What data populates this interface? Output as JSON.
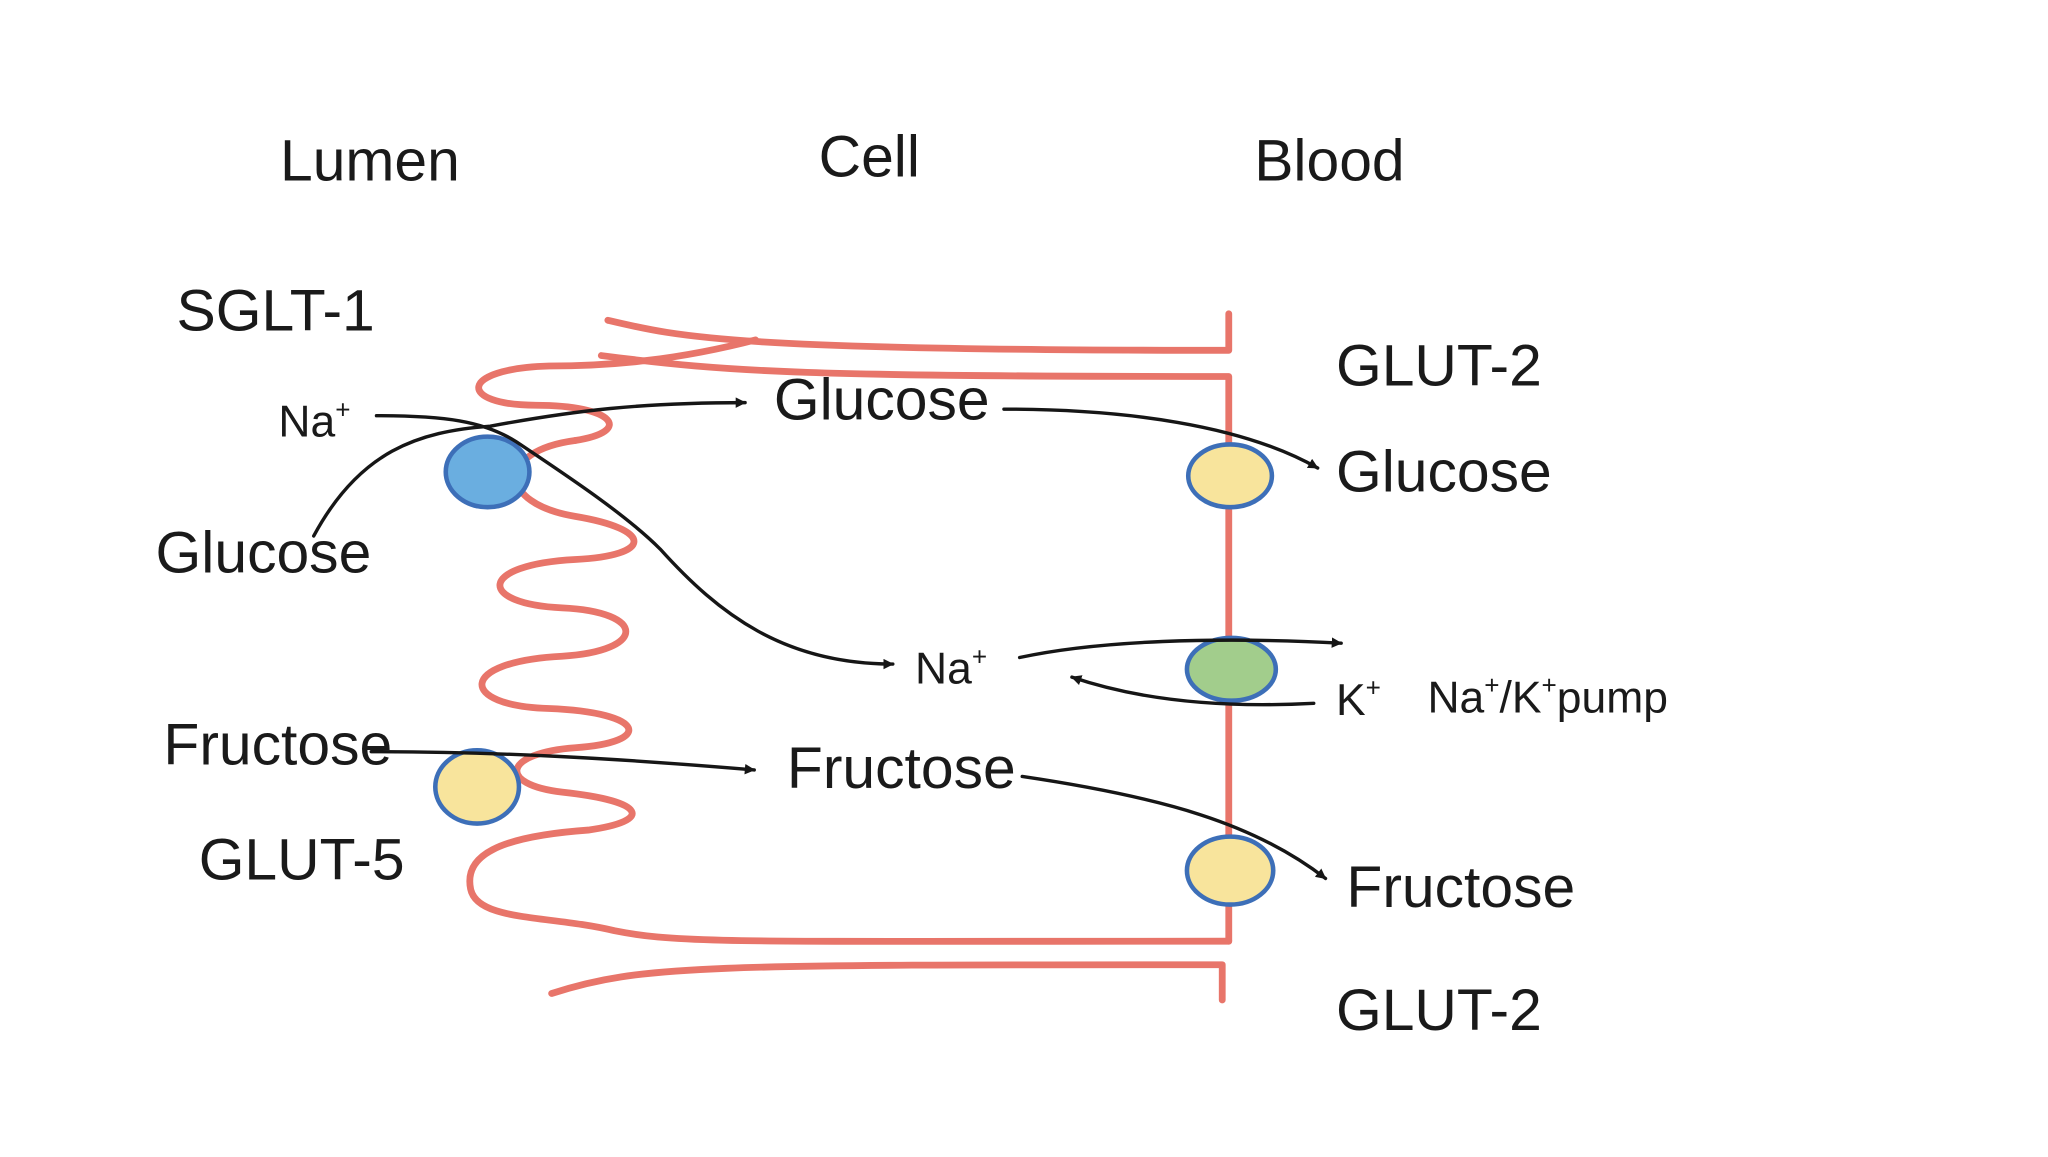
{
  "regions": {
    "lumen": "Lumen",
    "cell": "Cell",
    "blood": "Blood"
  },
  "apical": {
    "sglt1_label": "SGLT-1",
    "na_label": "Na",
    "na_sup": "+",
    "glucose_label": "Glucose",
    "fructose_label": "Fructose",
    "glut5_label": "GLUT-5"
  },
  "cytoplasm": {
    "glucose_label": "Glucose",
    "na_label": "Na",
    "na_sup": "+",
    "fructose_label": "Fructose"
  },
  "basolateral": {
    "glut2_top_label": "GLUT-2",
    "glucose_label": "Glucose",
    "k_label": "K",
    "k_sup": "+",
    "pump_na": "Na",
    "pump_na_sup": "+",
    "pump_slash_k": "/K",
    "pump_k_sup": "+",
    "pump_word": "pump",
    "fructose_label": "Fructose",
    "glut2_bottom_label": "GLUT-2"
  },
  "colors": {
    "membrane": "#e8756a",
    "sglt1": "#6aaee0",
    "glut": "#f8e49c",
    "pump": "#a2cd8c",
    "transporter_outline": "#3d6fb8",
    "arrow": "#161616"
  }
}
